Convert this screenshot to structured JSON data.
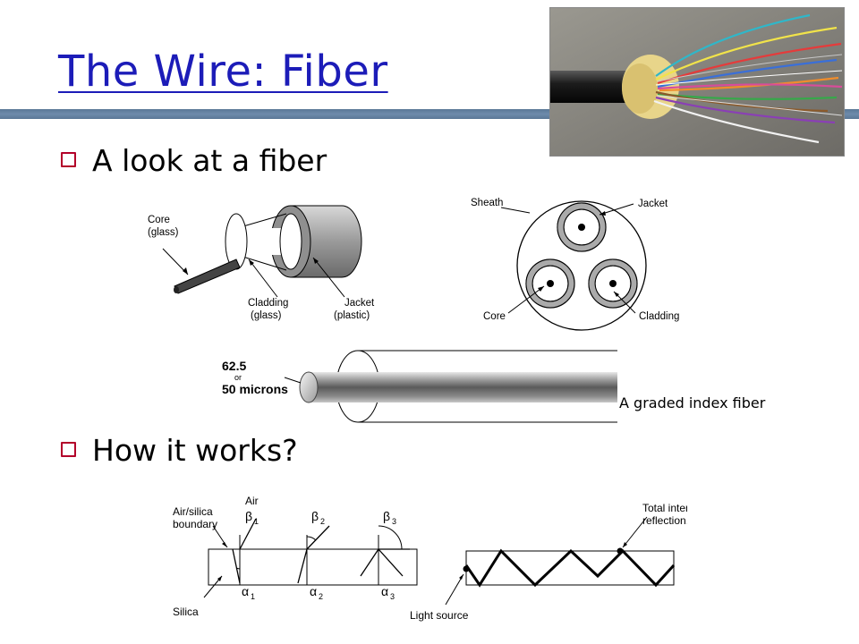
{
  "slide": {
    "title": "The Wire: Fiber",
    "bullets": [
      "A look at a fiber",
      "How it works?"
    ],
    "graded_caption": "A graded index fiber"
  },
  "figure_single": {
    "core": "Core",
    "core_material": "(glass)",
    "cladding": "Cladding",
    "cladding_material": "(glass)",
    "jacket": "Jacket",
    "jacket_material": "(plastic)"
  },
  "figure_cable": {
    "sheath": "Sheath",
    "jacket": "Jacket",
    "core": "Core",
    "cladding": "Cladding"
  },
  "figure_graded": {
    "size_line1": "62.5",
    "size_line2": "or",
    "size_line3": "50 microns"
  },
  "figure_refraction": {
    "air": "Air",
    "boundary_line1": "Air/silica",
    "boundary_line2": "boundary",
    "silica": "Silica",
    "beta1": "β",
    "beta2": "β",
    "beta3": "β",
    "alpha1": "α",
    "alpha2": "α",
    "alpha3": "α",
    "sub1": "1",
    "sub2": "2",
    "sub3": "3",
    "tir_line1": "Total internal",
    "tir_line2": "reflection.",
    "light_source": "Light source"
  },
  "colors": {
    "title": "#1c1cb8",
    "bullet_mark": "#b3002a",
    "rule": "#5a7796"
  }
}
